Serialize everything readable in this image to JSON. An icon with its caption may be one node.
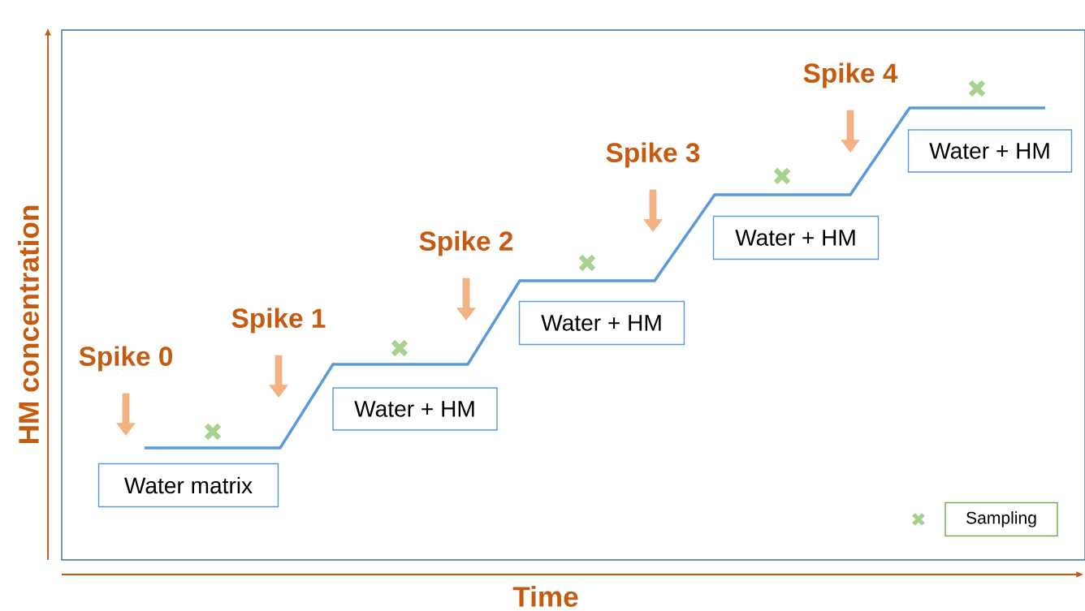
{
  "diagram": {
    "nodes": [
      {
        "text": [
          "Spike 0"
        ]
      },
      {
        "text": [
          "Water matrix"
        ]
      },
      {
        "text": [
          "Spike 1"
        ]
      },
      {
        "text": [
          "Water + HM"
        ]
      },
      {
        "text": [
          "Spike 2"
        ]
      },
      {
        "text": [
          "Water + HM"
        ]
      },
      {
        "text": [
          "Spike 3"
        ]
      },
      {
        "text": [
          "Water + HM"
        ]
      },
      {
        "text": [
          "Spike 4"
        ]
      },
      {
        "text": [
          "Water + HM"
        ]
      }
    ],
    "edges": [
      {
        "from": 0,
        "to": null,
        "arrow": "to"
      },
      {
        "from": 2,
        "to": null,
        "arrow": "to"
      },
      {
        "from": 4,
        "to": null,
        "arrow": "to"
      },
      {
        "from": 6,
        "to": null,
        "arrow": "to"
      },
      {
        "from": 8,
        "to": null,
        "arrow": "to"
      }
    ],
    "labels": [
      "HM concentration",
      "Time"
    ],
    "legend": [
      {
        "text": "Sampling"
      }
    ]
  }
}
